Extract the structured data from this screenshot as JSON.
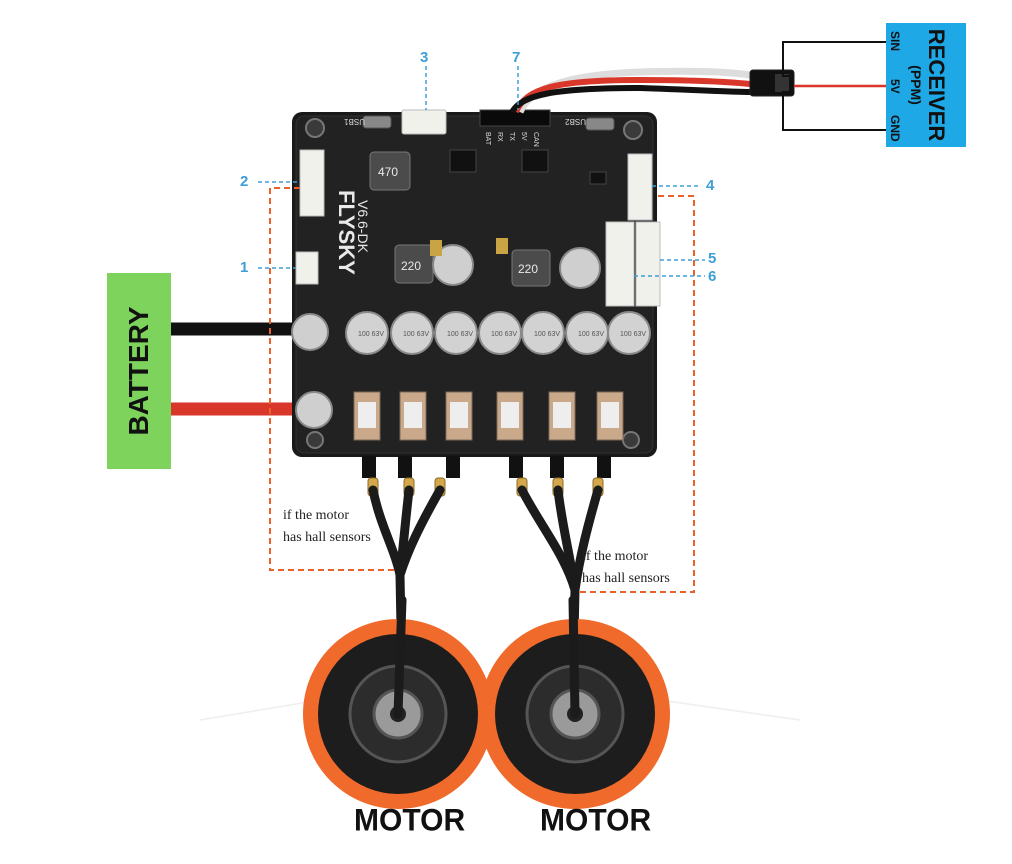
{
  "battery": {
    "label": "BATTERY"
  },
  "receiver": {
    "title": "RECEIVER",
    "subtitle": "(PPM)",
    "pins": [
      "SIN",
      "5V",
      "GND"
    ]
  },
  "board": {
    "brand": "FLYSKY",
    "version": "V6.6-DK",
    "usb1": "USB1",
    "usb2": "USB2",
    "pad_labels": [
      "BAT",
      "RX",
      "TX",
      "5V",
      "CAN"
    ],
    "inductor_a": "470",
    "inductor_b": "220",
    "inductor_c": "220",
    "cap_labels": [
      "100 63V",
      "100 63V",
      "100 63V",
      "100 63V",
      "100 63V",
      "100 63V",
      "100 63V"
    ]
  },
  "callouts": [
    "1",
    "2",
    "3",
    "4",
    "5",
    "6",
    "7"
  ],
  "notes": {
    "left": [
      "if the motor",
      "has hall sensors"
    ],
    "right": [
      "if the motor",
      "has hall sensors"
    ]
  },
  "motors": {
    "left": "MOTOR",
    "right": "MOTOR"
  },
  "colors": {
    "accent_blue": "#3d9fd6",
    "dash_orange": "#e8602a",
    "battery_green": "#7dd35b",
    "receiver_blue": "#1ea8e6",
    "motor_orange": "#ef6a2b",
    "wire_red": "#d9372a",
    "board": "#1a1a1a"
  }
}
